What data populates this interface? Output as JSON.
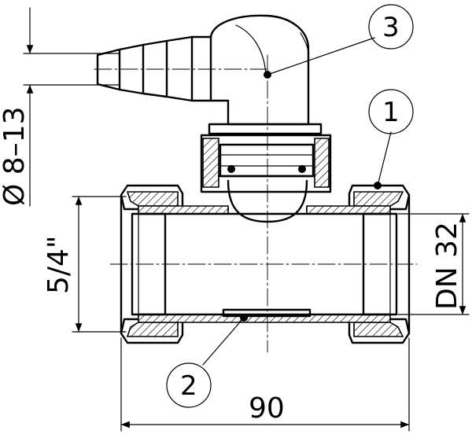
{
  "drawing": {
    "dimensions": {
      "hose_diameter": "Ø 8–13",
      "thread": "5/4\"",
      "nominal": "DN 32",
      "length": "90"
    },
    "callouts": [
      {
        "label": "1"
      },
      {
        "label": "2"
      },
      {
        "label": "3"
      }
    ]
  }
}
